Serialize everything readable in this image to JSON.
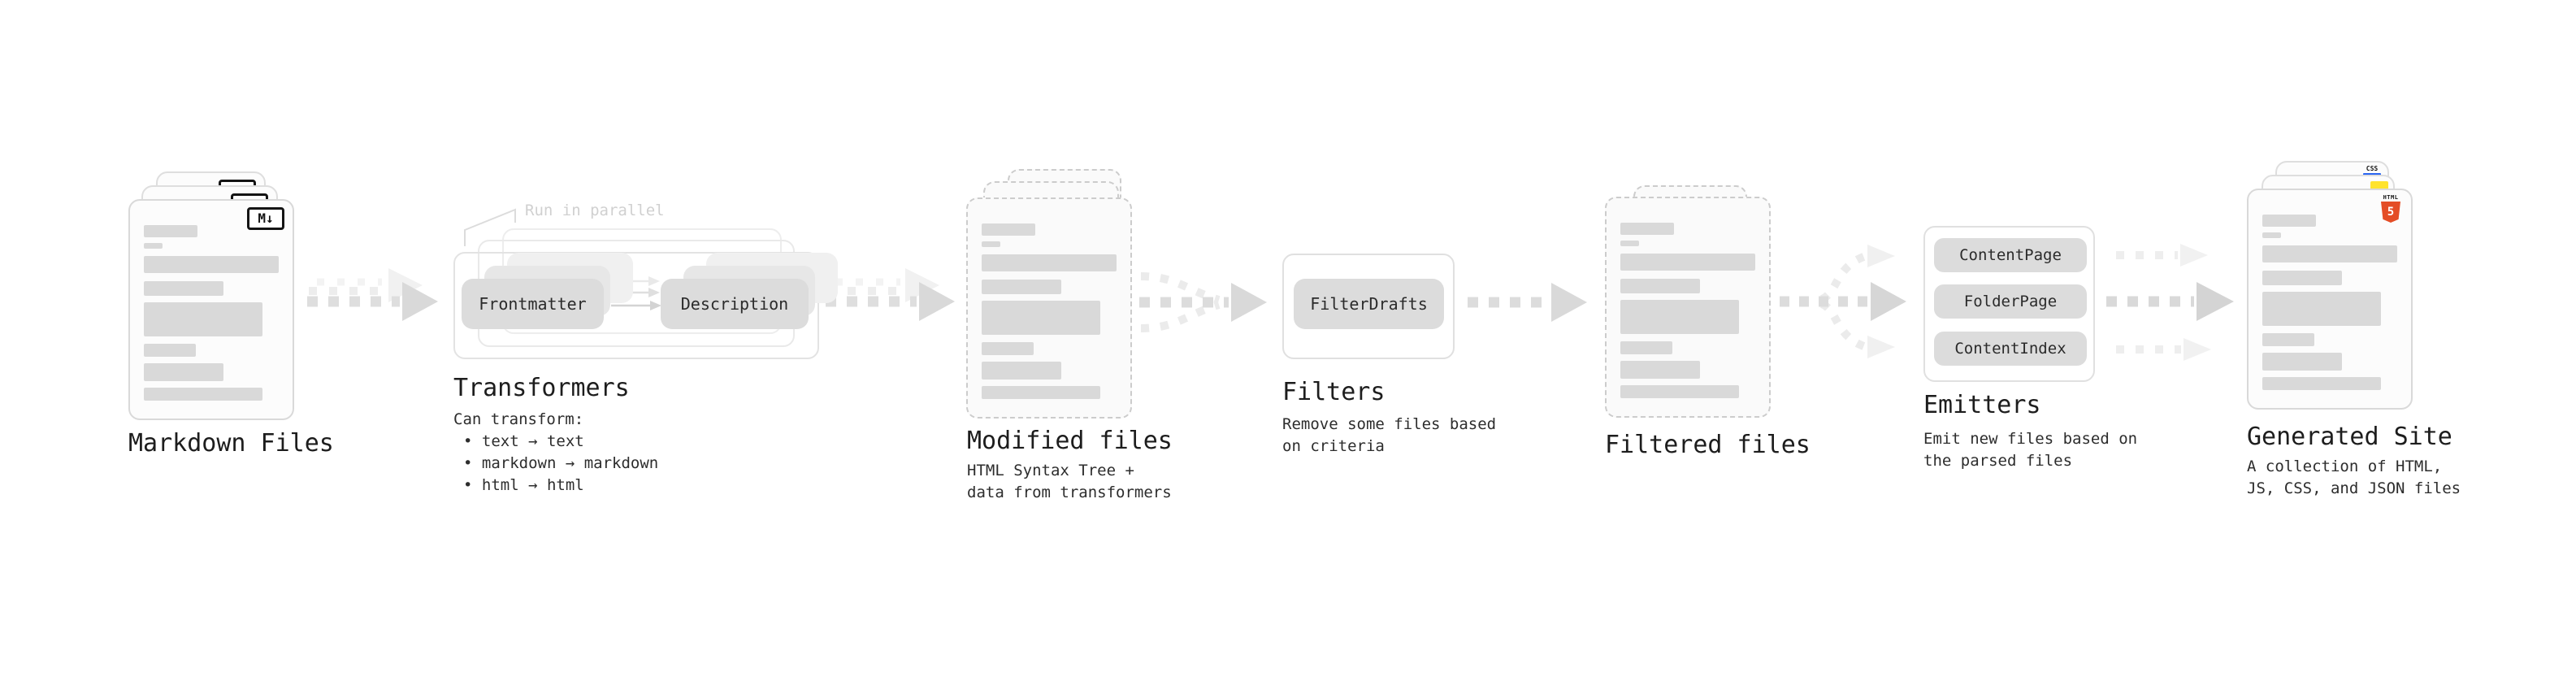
{
  "stages": {
    "markdown_files": {
      "label": "Markdown Files",
      "file_badge": "M↓"
    },
    "transformers": {
      "annotation": "Run in parallel",
      "node_left": "Frontmatter",
      "node_right": "Description",
      "label": "Transformers",
      "desc_heading": "Can transform:",
      "bullets": [
        "• text → text",
        "• markdown → markdown",
        "• html → html"
      ]
    },
    "modified_files": {
      "label": "Modified files",
      "desc_lines": [
        "HTML Syntax Tree +",
        "data from transformers"
      ]
    },
    "filters": {
      "label": "Filters",
      "node": "FilterDrafts",
      "desc_lines": [
        "Remove some files based",
        "on criteria"
      ]
    },
    "filtered_files": {
      "label": "Filtered files"
    },
    "emitters": {
      "label": "Emitters",
      "nodes": [
        "ContentPage",
        "FolderPage",
        "ContentIndex"
      ],
      "desc_lines": [
        "Emit new files based on",
        "the parsed files"
      ]
    },
    "generated_site": {
      "label": "Generated Site",
      "desc_lines": [
        "A collection of HTML,",
        "JS, CSS, and JSON files"
      ],
      "css_badge": "CSS",
      "html_badge_label": "HTML",
      "html_badge_number": "5"
    }
  },
  "colors": {
    "html5_orange": "#e44d26",
    "css_blue": "#2965f1",
    "js_yellow": "#ffe32e",
    "pill_gray": "#dcdcdc",
    "arrow_gray": "#d9d9d9",
    "annotation_gray": "#d0d0d0"
  }
}
